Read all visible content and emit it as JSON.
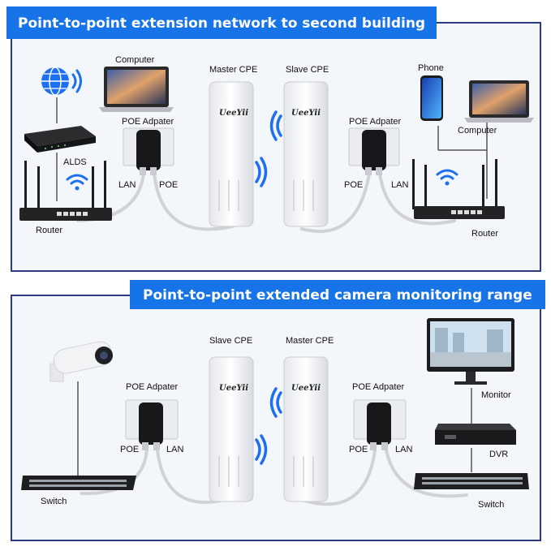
{
  "top": {
    "banner": "Point-to-point extension network to second building",
    "computer_left": "Computer",
    "master_cpe": "Master CPE",
    "slave_cpe": "Slave CPE",
    "phone": "Phone",
    "poe_left": "POE Adpater",
    "poe_right": "POE Adpater",
    "computer_right": "Computer",
    "alds": "ALDS",
    "lan_left": "LAN",
    "poe_port_left": "POE",
    "poe_port_right": "POE",
    "lan_right": "LAN",
    "router_left": "Router",
    "router_right": "Router",
    "brand_left": "UeeYii",
    "brand_right": "UeeYii"
  },
  "bottom": {
    "banner": "Point-to-point extended camera monitoring range",
    "slave_cpe": "Slave CPE",
    "master_cpe": "Master CPE",
    "poe_left": "POE Adpater",
    "poe_right": "POE Adpater",
    "monitor": "Monitor",
    "poe_port_left": "POE",
    "lan_left": "LAN",
    "poe_port_right": "POE",
    "lan_right": "LAN",
    "dvr": "DVR",
    "switch_left": "Switch",
    "switch_right": "Switch",
    "brand_left": "UeeYii",
    "brand_right": "UeeYii"
  },
  "colors": {
    "banner": "#1773e8",
    "frame": "#2b3a87",
    "panel": "#f3f6fb",
    "wifi": "#1d6ff2"
  }
}
